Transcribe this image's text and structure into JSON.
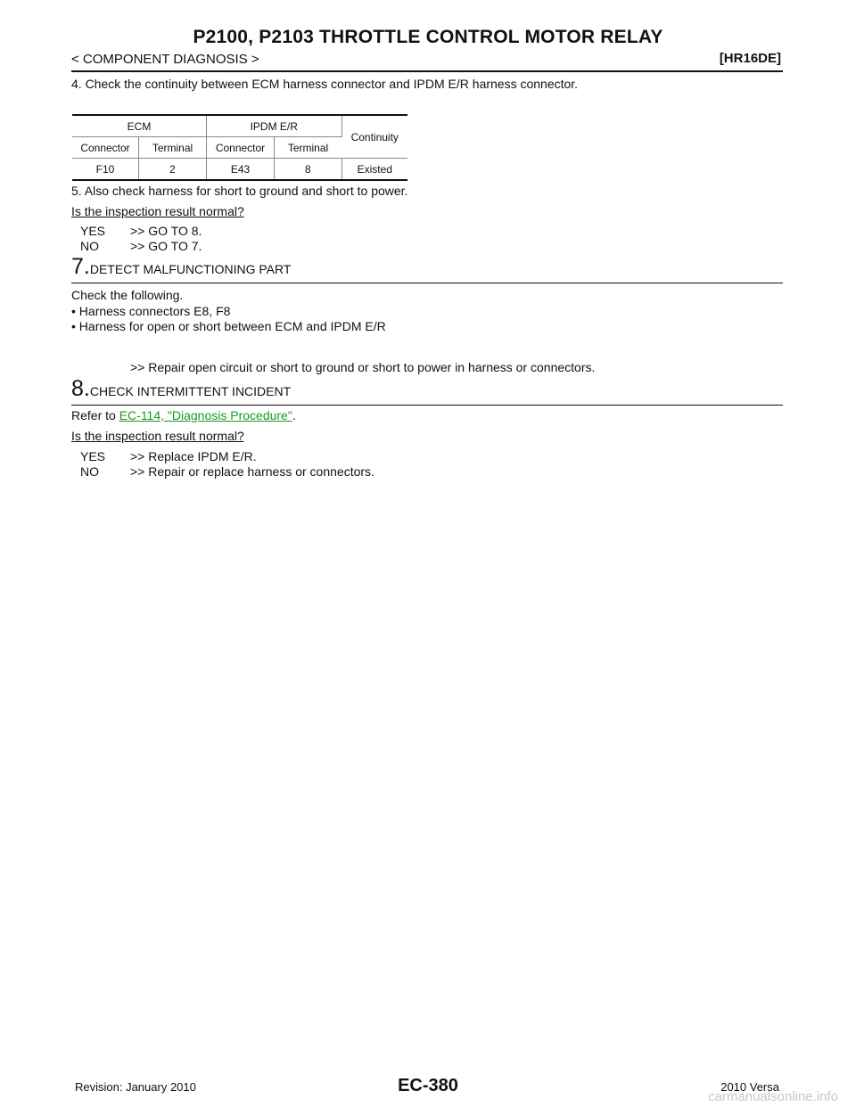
{
  "header": {
    "title": "P2100, P2103 THROTTLE CONTROL MOTOR RELAY",
    "section": "< COMPONENT DIAGNOSIS >",
    "engine": "[HR16DE]"
  },
  "step4": {
    "text": "4.   Check the continuity between ECM harness connector and IPDM E/R harness connector."
  },
  "table": {
    "group1": "ECM",
    "group2": "IPDM E/R",
    "continuity_header": "Continuity",
    "sub_headers": [
      "Connector",
      "Terminal",
      "Connector",
      "Terminal"
    ],
    "row": {
      "ecm_connector": "F10",
      "ecm_terminal": "2",
      "ipdm_connector": "E43",
      "ipdm_terminal": "8",
      "continuity": "Existed"
    }
  },
  "step5": {
    "text": "5.   Also check harness for short to ground and short to power."
  },
  "question1": "Is the inspection result normal?",
  "answers1": {
    "yes_label": "YES",
    "yes_text": ">> GO TO 8.",
    "no_label": "NO",
    "no_text": ">> GO TO 7."
  },
  "step7": {
    "number": "7.",
    "title": "DETECT MALFUNCTIONING PART",
    "intro": "Check the following.",
    "bullets": [
      "•  Harness connectors E8, F8",
      "•  Harness for open or short between ECM and IPDM E/R"
    ],
    "action": ">> Repair open circuit or short to ground or short to power in harness or connectors."
  },
  "step8": {
    "number": "8.",
    "title": "CHECK INTERMITTENT INCIDENT",
    "refer_prefix": "Refer to ",
    "refer_link": "EC-114, \"Diagnosis Procedure\"",
    "refer_suffix": "."
  },
  "question2": "Is the inspection result normal?",
  "answers2": {
    "yes_label": "YES",
    "yes_text": ">> Replace IPDM E/R.",
    "no_label": "NO",
    "no_text": ">> Repair or replace harness or connectors."
  },
  "footer": {
    "revision": "Revision: January 2010",
    "page": "EC-380",
    "model": "2010 Versa",
    "watermark": "carmanualsonline.info"
  }
}
